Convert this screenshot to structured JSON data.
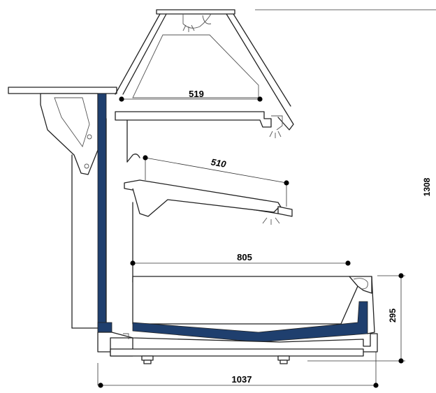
{
  "dimensions": {
    "top_shelf_depth": "519",
    "middle_shelf_depth": "510",
    "base_depth": "805",
    "front_height": "295",
    "total_height": "1308",
    "total_depth": "1037"
  },
  "colors": {
    "body_accent": "#1f3f6e",
    "line": "#222222",
    "background": "#ffffff"
  }
}
